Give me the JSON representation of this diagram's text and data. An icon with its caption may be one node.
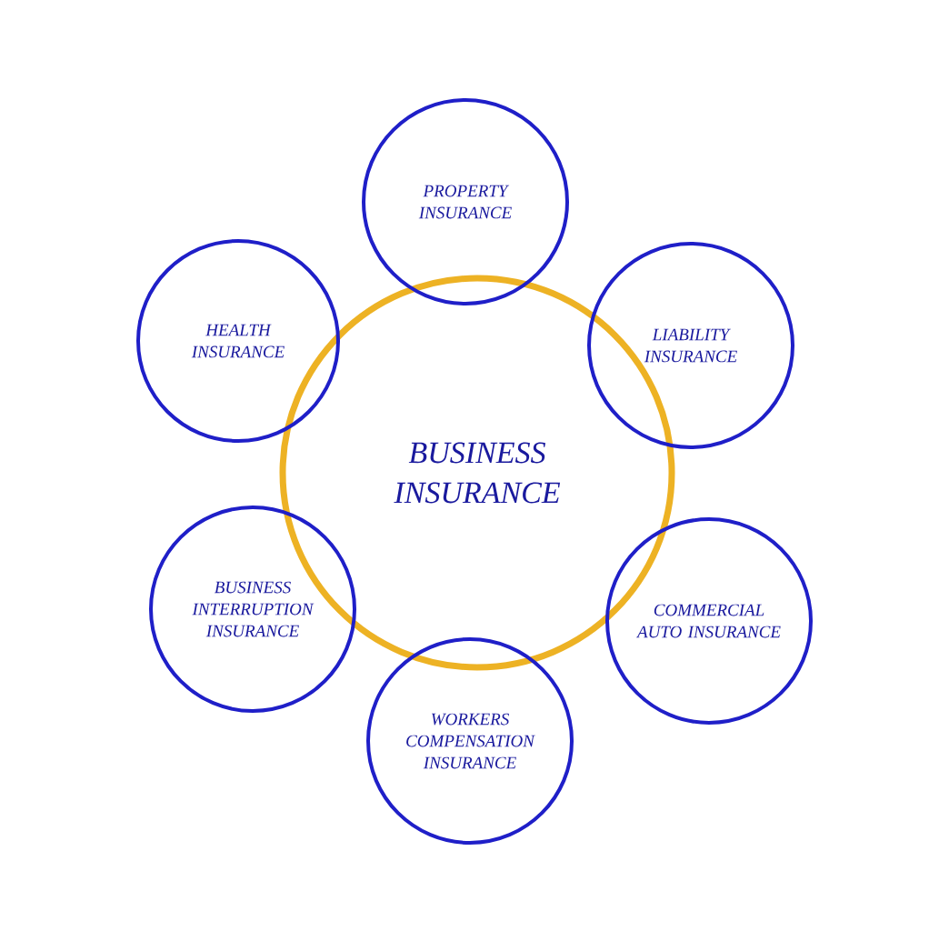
{
  "diagram": {
    "nodes": [
      {
        "text": [
          "BUSINESS INSURANCE"
        ]
      },
      {
        "text": [
          "PROPERTY INSURANCE"
        ]
      },
      {
        "text": [
          "LIABILITY INSURANCE"
        ]
      },
      {
        "text": [
          "COMMERCIAL AUTO INSURANCE"
        ]
      },
      {
        "text": [
          "WORKERS COMPENSATION INSURANCE"
        ]
      },
      {
        "text": [
          "BUSINESS INTERRUPTION INSURANCE"
        ]
      },
      {
        "text": [
          "HEALTH INSURANCE"
        ]
      }
    ]
  }
}
